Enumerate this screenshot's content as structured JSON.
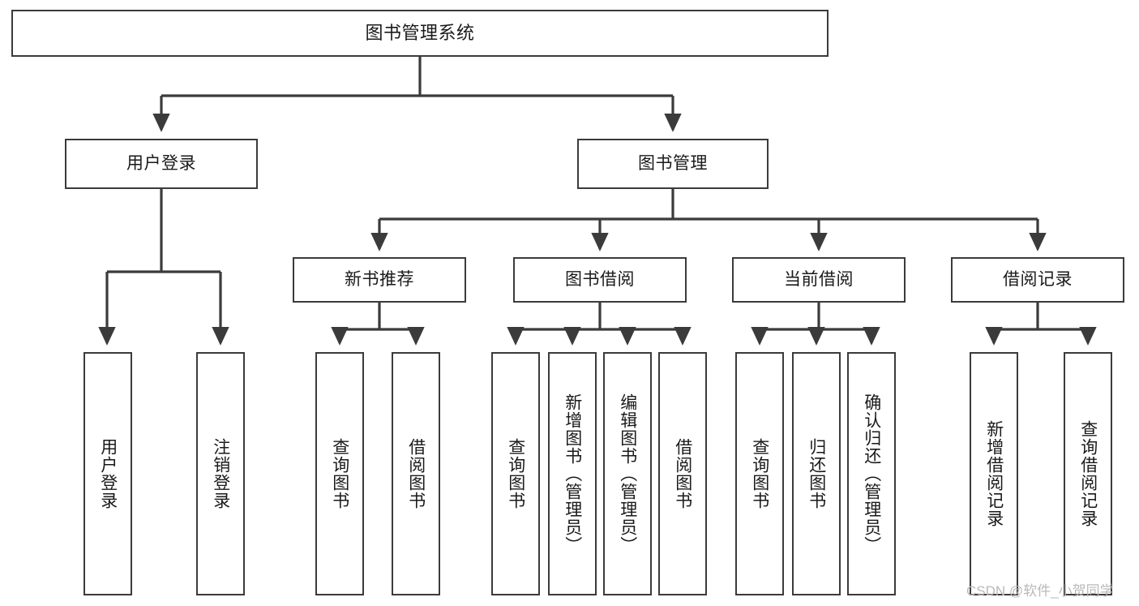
{
  "diagram": {
    "type": "tree-hierarchy",
    "title": "图书管理系统",
    "watermark": "CSDN @软件_小贺同学",
    "colors": {
      "box_border": "#3b3b3b",
      "box_fill": "#ffffff",
      "edge": "#3b3b3b",
      "text": "#1a1a1a",
      "watermark": "#b9b9b9"
    },
    "nodes": {
      "root": {
        "label": "图书管理系统"
      },
      "level2": [
        {
          "id": "user-login",
          "label": "用户登录"
        },
        {
          "id": "book-manage",
          "label": "图书管理"
        }
      ],
      "level3": [
        {
          "id": "new-book-recommend",
          "label": "新书推荐"
        },
        {
          "id": "book-borrow",
          "label": "图书借阅"
        },
        {
          "id": "current-borrow",
          "label": "当前借阅"
        },
        {
          "id": "borrow-record",
          "label": "借阅记录"
        }
      ],
      "leaves": {
        "user-login": [
          {
            "id": "leaf-user-login",
            "label": "用户登录"
          },
          {
            "id": "leaf-logout-login",
            "label": "注销登录"
          }
        ],
        "new-book-recommend": [
          {
            "id": "leaf-query-book-1",
            "label": "查询图书"
          },
          {
            "id": "leaf-borrow-book-1",
            "label": "借阅图书"
          }
        ],
        "book-borrow": [
          {
            "id": "leaf-query-book-2",
            "label": "查询图书"
          },
          {
            "id": "leaf-add-book-admin",
            "label": "新增图书（管理员）"
          },
          {
            "id": "leaf-edit-book-admin",
            "label": "编辑图书（管理员）"
          },
          {
            "id": "leaf-borrow-book-2",
            "label": "借阅图书"
          }
        ],
        "current-borrow": [
          {
            "id": "leaf-query-book-3",
            "label": "查询图书"
          },
          {
            "id": "leaf-return-book",
            "label": "归还图书"
          },
          {
            "id": "leaf-confirm-return-admin",
            "label": "确认归还（管理员）"
          }
        ],
        "borrow-record": [
          {
            "id": "leaf-add-borrow-record",
            "label": "新增借阅记录"
          },
          {
            "id": "leaf-query-borrow-record",
            "label": "查询借阅记录"
          }
        ]
      }
    }
  }
}
